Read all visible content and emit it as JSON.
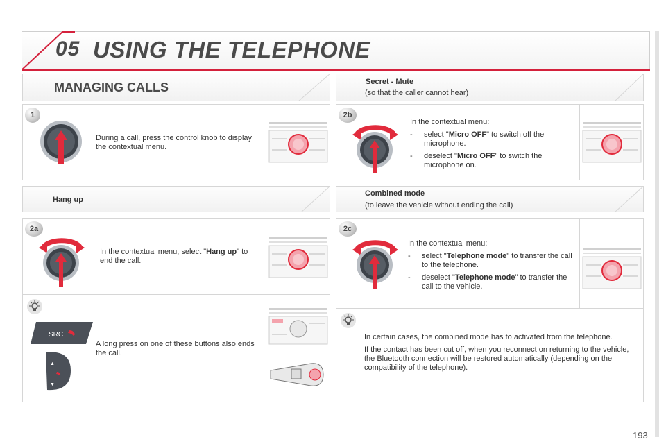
{
  "header": {
    "chapter_number": "05",
    "chapter_title": "USING THE TELEPHONE"
  },
  "left": {
    "section_title": "MANAGING CALLS",
    "step1": {
      "badge": "1",
      "text": "During a call, press the control knob to display the contextual menu."
    },
    "hangup": {
      "title": "Hang up"
    },
    "step2a": {
      "badge": "2a",
      "text_before": "In the contextual menu, select \"",
      "text_bold": "Hang up",
      "text_after": "\" to end the call."
    },
    "tip": {
      "text": "A long press on one of these buttons also ends the call.",
      "src_label": "SRC"
    }
  },
  "right": {
    "secret_mute": {
      "title": "Secret - Mute",
      "note": "(so that the caller cannot hear)"
    },
    "step2b": {
      "badge": "2b",
      "intro": "In the contextual menu:",
      "item1_before": "select \"",
      "item1_bold": "Micro OFF",
      "item1_after": "\" to switch off the microphone.",
      "item2_before": "deselect \"",
      "item2_bold": "Micro OFF",
      "item2_after": "\" to switch the microphone on."
    },
    "combined": {
      "title": "Combined mode",
      "note": "(to leave the vehicle without ending the call)"
    },
    "step2c": {
      "badge": "2c",
      "intro": "In the contextual menu:",
      "item1_before": "select \"",
      "item1_bold": "Telephone mode",
      "item1_after": "\" to transfer the call to the telephone.",
      "item2_before": "deselect \"",
      "item2_bold": "Telephone mode",
      "item2_after": "\" to transfer the call to the vehicle."
    },
    "tip": {
      "para1": "In certain cases, the combined mode has to activated from the telephone.",
      "para2": "If the contact has been cut off, when you reconnect on returning to the vehicle, the Bluetooth connection will be restored automatically (depending on the compatibility of the telephone)."
    }
  },
  "footer": {
    "page_number": "193"
  },
  "colors": {
    "accent_red": "#d4213c",
    "heading_gray": "#4a4a4a"
  }
}
